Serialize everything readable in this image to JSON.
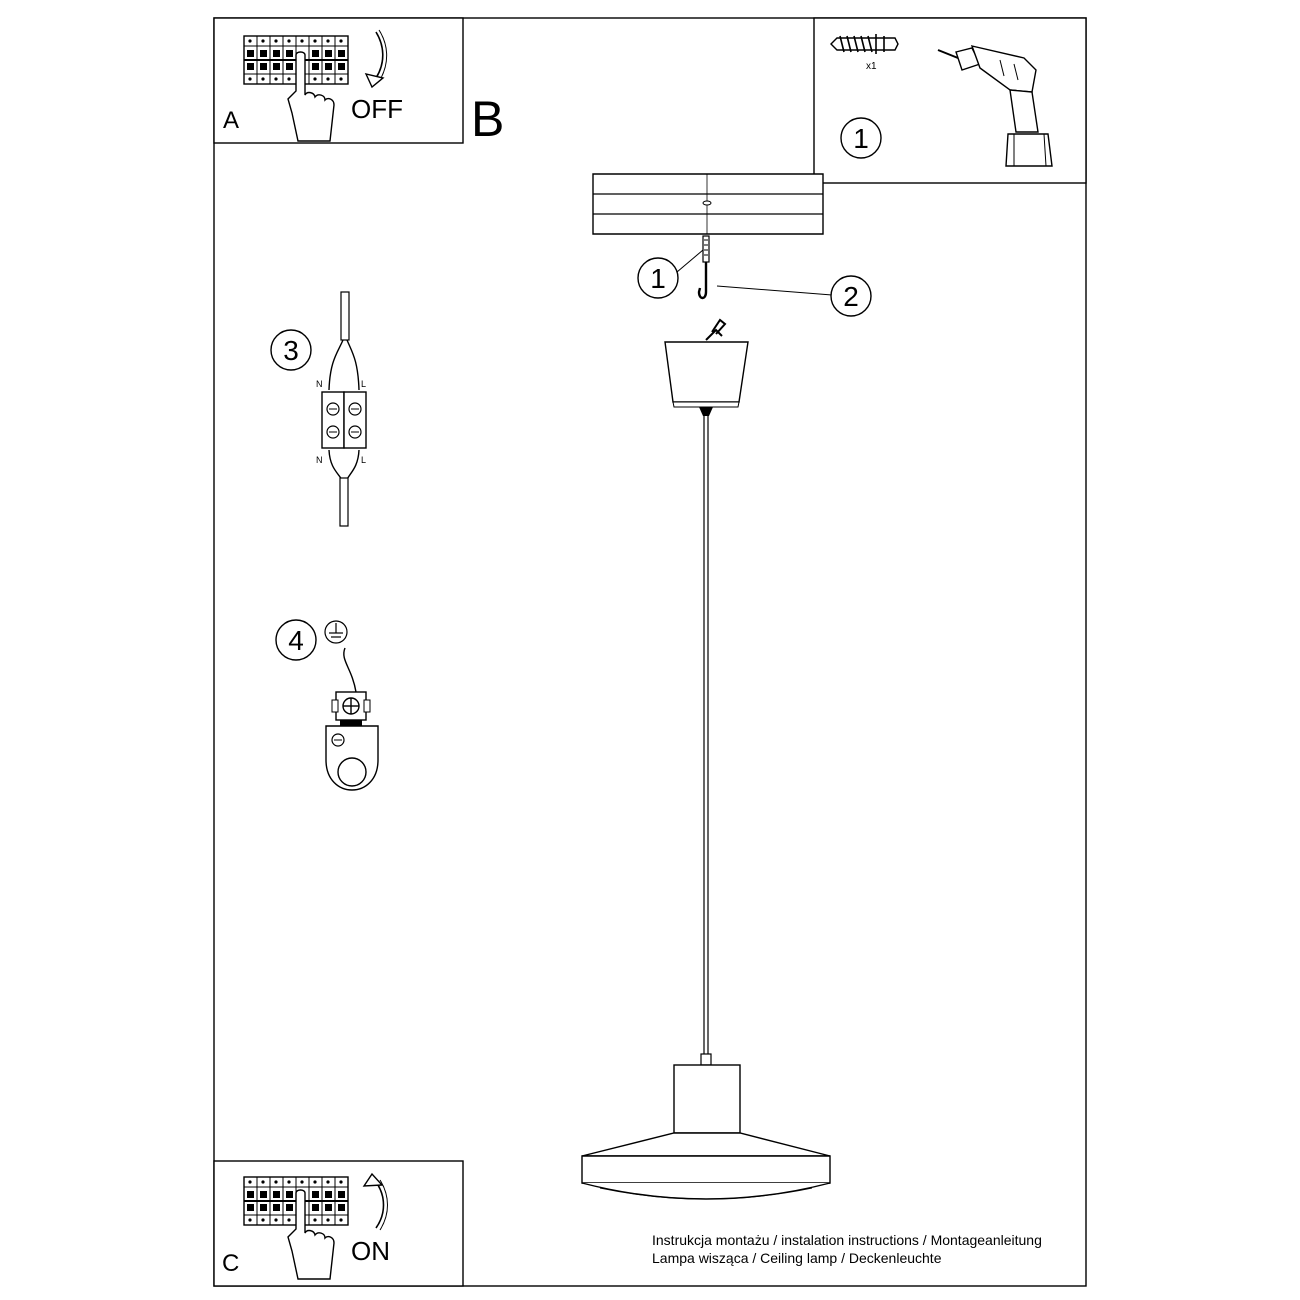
{
  "panels": {
    "a": {
      "letter": "A",
      "switch_label": "OFF"
    },
    "b": {
      "letter": "B"
    },
    "c": {
      "letter": "C",
      "switch_label": "ON"
    }
  },
  "steps": {
    "s1_box": "1",
    "s1_callout": "1",
    "s2_callout": "2",
    "s3_callout": "3",
    "s4_callout": "4"
  },
  "anchor_qty": "x1",
  "wiring": {
    "neutral": "N",
    "live": "L"
  },
  "footer": {
    "line1": "Instrukcja montażu / instalation instructions / Montageanleitung",
    "line2": "Lampa wisząca / Ceiling lamp / Deckenleuchte"
  },
  "icons": [
    "breaker-panel-icon",
    "hand-pointer-icon",
    "rotate-arrow-icon",
    "wall-anchor-icon",
    "power-drill-icon",
    "ceiling-canopy-icon",
    "hook-icon",
    "terminal-block-icon",
    "ground-symbol-icon",
    "ground-terminal-icon",
    "pendant-shade-icon"
  ]
}
